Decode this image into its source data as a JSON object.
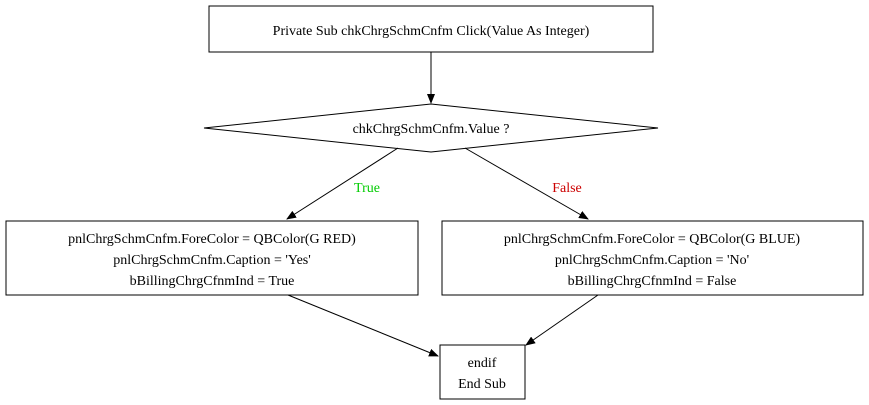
{
  "nodes": {
    "start": {
      "text": "Private Sub chkChrgSchmCnfm  Click(Value As Integer)"
    },
    "decision": {
      "text": "chkChrgSchmCnfm.Value  ?"
    },
    "true_block": {
      "lines": [
        "pnlChrgSchmCnfm.ForeColor = QBColor(G  RED)",
        "pnlChrgSchmCnfm.Caption = 'Yes'",
        "bBillingChrgCfnmInd = True"
      ]
    },
    "false_block": {
      "lines": [
        "pnlChrgSchmCnfm.ForeColor = QBColor(G  BLUE)",
        "pnlChrgSchmCnfm.Caption = 'No'",
        "bBillingChrgCfnmInd = False"
      ]
    },
    "end": {
      "lines": [
        "endif",
        "End Sub"
      ]
    }
  },
  "edges": {
    "true_label": "True",
    "false_label": "False"
  },
  "colors": {
    "true_label": "#00cc00",
    "false_label": "#cc0000",
    "stroke": "#000000",
    "background": "#ffffff"
  }
}
